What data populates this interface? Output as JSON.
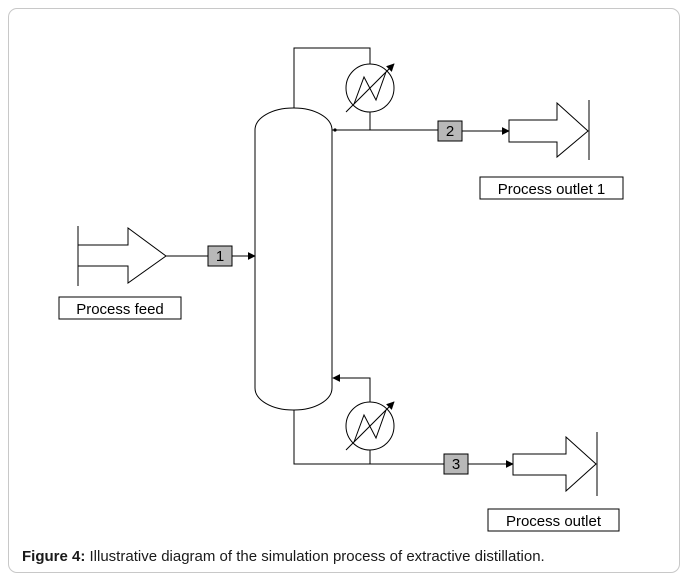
{
  "diagram": {
    "labels": {
      "feed": "Process feed",
      "outlet1": "Process outlet 1",
      "outlet": "Process outlet"
    },
    "streams": [
      "1",
      "2",
      "3"
    ],
    "colors": {
      "stream_box": "#b8b8b8",
      "line": "#000000",
      "frame": "#c8c8c8"
    }
  },
  "caption": {
    "label": "Figure 4:",
    "text": " Illustrative diagram of the simulation process of extractive distillation."
  }
}
